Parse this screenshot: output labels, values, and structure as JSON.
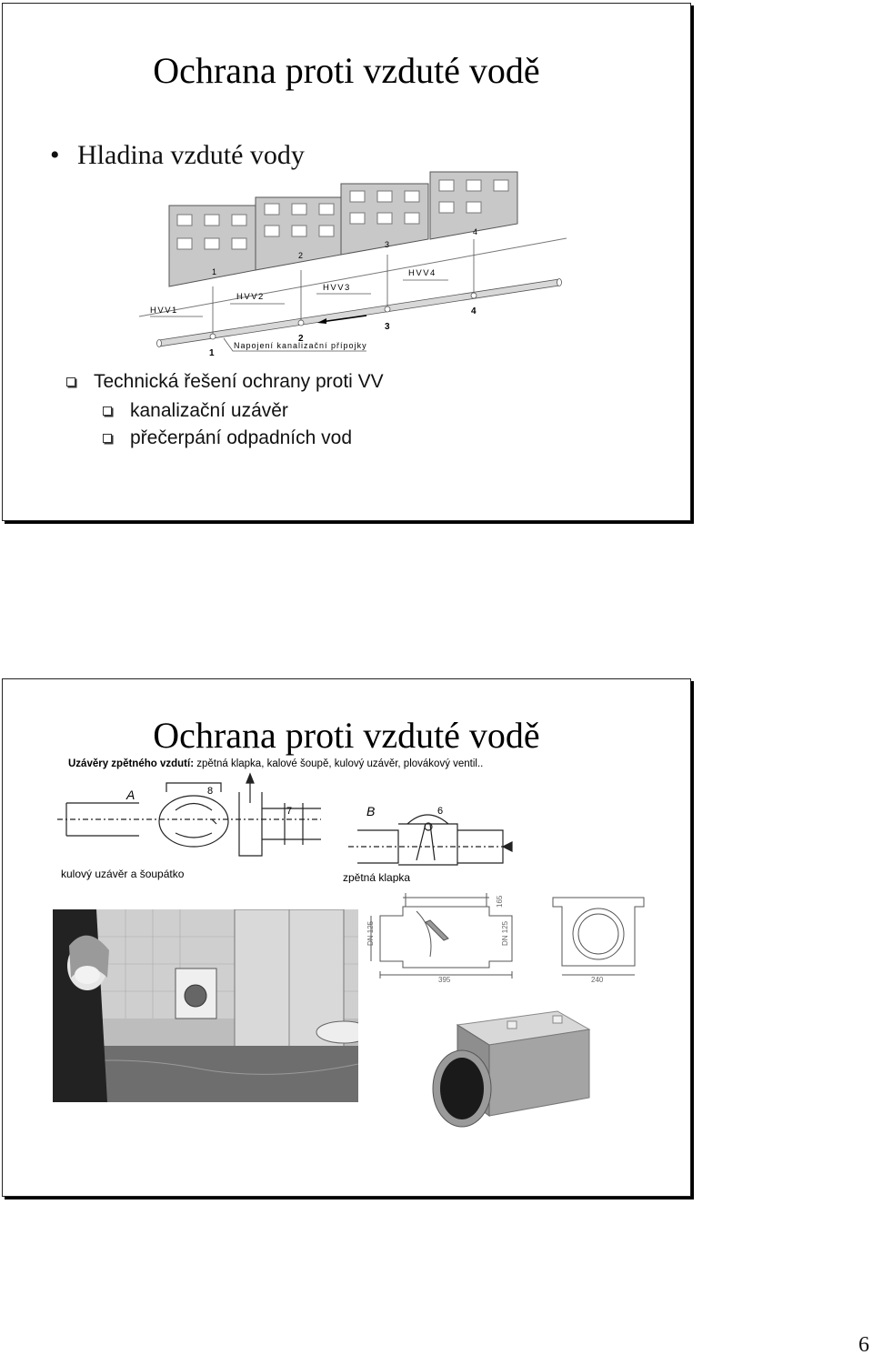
{
  "slide1": {
    "title": "Ochrana proti vzduté vodě",
    "bullet": "Hladina vzduté vody",
    "diagram": {
      "hvv_labels": [
        "HVV1",
        "HVV2",
        "HVV3",
        "HVV4"
      ],
      "building_numbers": [
        "1",
        "2",
        "3",
        "4"
      ],
      "connection_numbers": [
        "1",
        "2",
        "3",
        "4"
      ],
      "connection_label": "Napojení kanalizační přípojky"
    },
    "list_heading": "Technická řešení ochrany proti VV",
    "list_items": [
      "kanalizační uzávěr",
      "přečerpání odpadních vod"
    ]
  },
  "slide2": {
    "title": "Ochrana proti vzduté vodě",
    "drawing": {
      "header_bold": "Uzávěry zpětného vzdutí:",
      "header_rest": " zpětná klapka, kalové šoupě, kulový uzávěr, plovákový ventil..",
      "label_a": "A",
      "label_b": "B",
      "part_numbers": [
        "8",
        "7",
        "6"
      ],
      "caption_a": "kulový uzávěr a šoupátko",
      "caption_b": "zpětná klapka"
    },
    "tech_drawing": {
      "dims": [
        "DN 125",
        "DN 125",
        "165",
        "395",
        "240"
      ]
    }
  },
  "page_number": "6"
}
